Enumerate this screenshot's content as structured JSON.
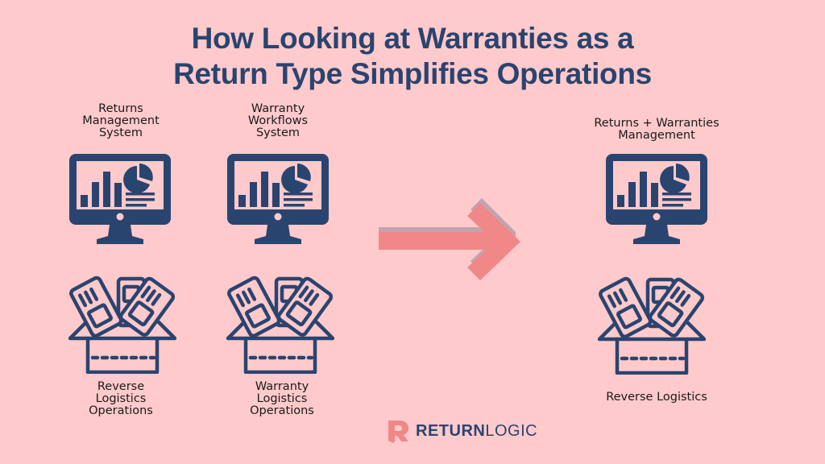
{
  "title": {
    "line1": "How Looking at Warranties as a",
    "line2": "Return Type Simplifies Operations"
  },
  "left_columns": [
    {
      "system_label": [
        "Returns",
        "Management",
        "System"
      ],
      "system_icon": "monitor-dashboard-icon",
      "logistics_icon": "open-box-icon",
      "logistics_label": [
        "Reverse",
        "Logistics",
        "Operations"
      ]
    },
    {
      "system_label": [
        "Warranty",
        "Workflows",
        "System"
      ],
      "system_icon": "monitor-dashboard-icon",
      "logistics_icon": "open-box-icon",
      "logistics_label": [
        "Warranty",
        "Logistics",
        "Operations"
      ]
    }
  ],
  "arrow": {
    "icon": "right-arrow-icon",
    "color": "#F08888",
    "shadow_color": "#C0A0B0"
  },
  "right_column": {
    "system_label": [
      "Returns + Warranties",
      "Management"
    ],
    "system_icon": "monitor-dashboard-icon",
    "logistics_icon": "open-box-icon",
    "logistics_label": [
      "Reverse Logistics"
    ]
  },
  "logo": {
    "bold": "RETURN",
    "light": "LOGIC",
    "icon": "returnlogic-r-icon",
    "icon_color": "#F08888"
  },
  "colors": {
    "background": "#FFCACB",
    "primary": "#2A4470",
    "accent": "#F08888"
  }
}
